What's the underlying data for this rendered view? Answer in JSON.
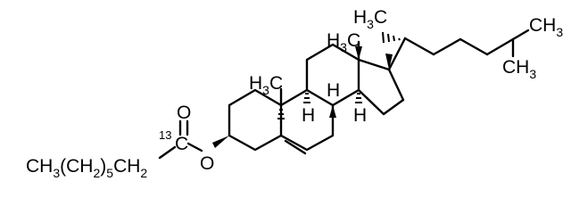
{
  "molecule": {
    "labels": {
      "methyl_side_chain": [
        "H",
        "3",
        "C"
      ],
      "methyl_c13": [
        "H",
        "3",
        "C"
      ],
      "methyl_c10": [
        "H",
        "3",
        "C"
      ],
      "ch3_terminal_upper": [
        "CH",
        "3"
      ],
      "ch3_terminal_lower": [
        "CH",
        "3"
      ],
      "chain": [
        "CH",
        "3",
        "(CH",
        "2",
        ")",
        "5",
        "CH",
        "2"
      ],
      "isotope_mass": "13",
      "carbonyl_carbon": "C",
      "carbonyl_oxygen": "O",
      "ester_oxygen": "O",
      "h_9": "H",
      "h_8": "H",
      "h_14": "H"
    }
  }
}
